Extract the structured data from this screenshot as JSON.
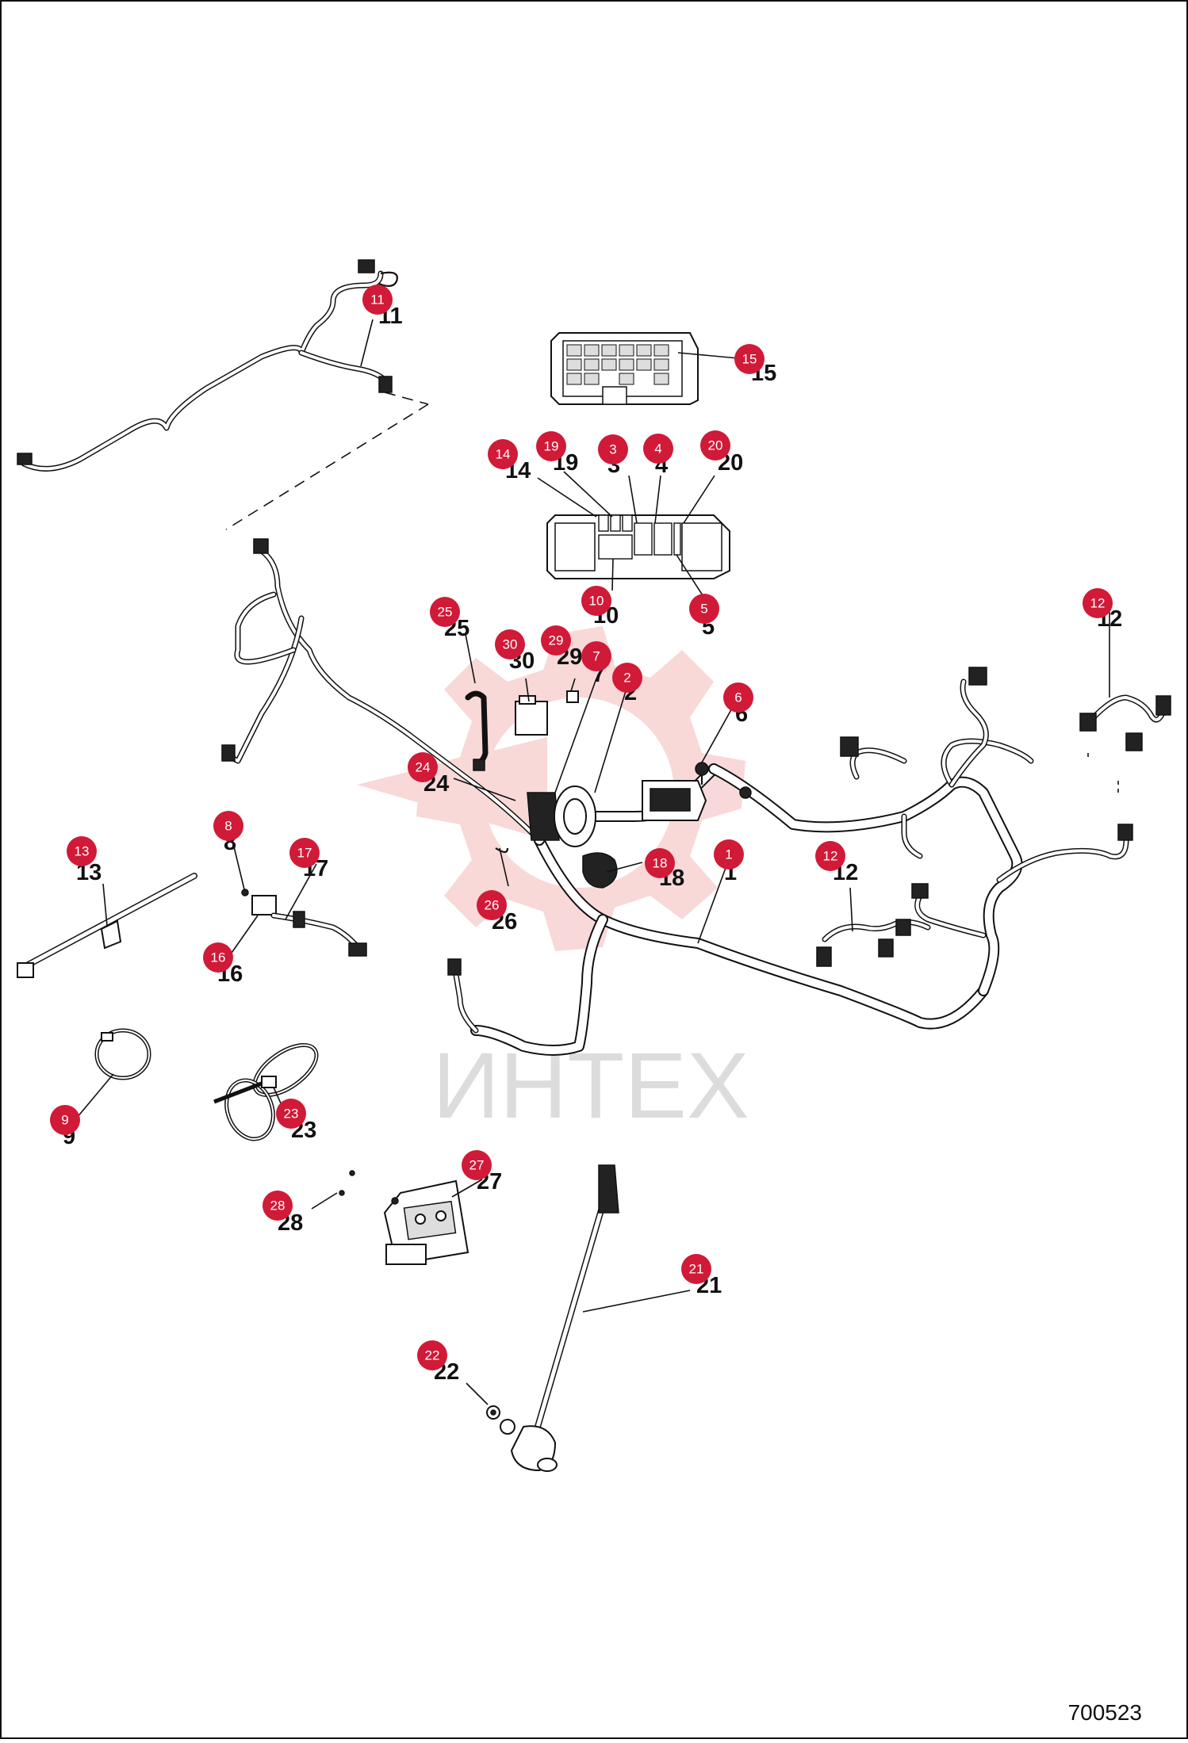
{
  "diagram_id": "700523",
  "watermark": "ИНТЕХ",
  "colors": {
    "badge": "#d01a37",
    "watermark": "#f2a9ab",
    "line": "#111111"
  },
  "callouts": [
    {
      "badge": "1",
      "label": "1"
    },
    {
      "badge": "2",
      "label": "2"
    },
    {
      "badge": "3",
      "label": "3"
    },
    {
      "badge": "4",
      "label": "4"
    },
    {
      "badge": "5",
      "label": "5"
    },
    {
      "badge": "6",
      "label": "6"
    },
    {
      "badge": "7",
      "label": "7"
    },
    {
      "badge": "8",
      "label": "8"
    },
    {
      "badge": "9",
      "label": "9"
    },
    {
      "badge": "10",
      "label": "10"
    },
    {
      "badge": "11",
      "label": "11"
    },
    {
      "badge": "12",
      "label": "12"
    },
    {
      "badge": "12",
      "label": "12"
    },
    {
      "badge": "13",
      "label": "13"
    },
    {
      "badge": "14",
      "label": "14"
    },
    {
      "badge": "15",
      "label": "15"
    },
    {
      "badge": "16",
      "label": "16"
    },
    {
      "badge": "17",
      "label": "17"
    },
    {
      "badge": "18",
      "label": "18"
    },
    {
      "badge": "19",
      "label": "19"
    },
    {
      "badge": "20",
      "label": "20"
    },
    {
      "badge": "21",
      "label": "21"
    },
    {
      "badge": "22",
      "label": "22"
    },
    {
      "badge": "23",
      "label": "23"
    },
    {
      "badge": "24",
      "label": "24"
    },
    {
      "badge": "25",
      "label": "25"
    },
    {
      "badge": "26",
      "label": "26"
    },
    {
      "badge": "27",
      "label": "27"
    },
    {
      "badge": "28",
      "label": "28"
    },
    {
      "badge": "29",
      "label": "29"
    },
    {
      "badge": "30",
      "label": "30"
    }
  ]
}
